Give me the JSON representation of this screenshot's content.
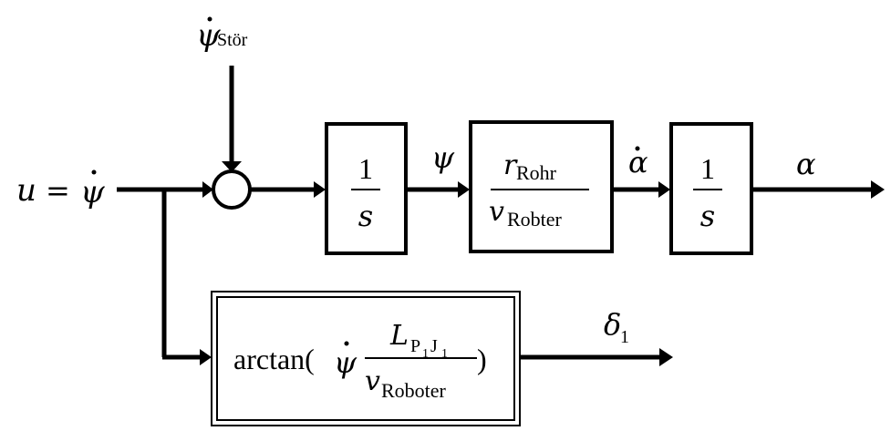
{
  "disturbance": {
    "symbol": "ψ",
    "subscript": "Stör"
  },
  "input": {
    "lhs": "u",
    "equals": "=",
    "rhs": "ψ"
  },
  "blocks": {
    "integrator_1": {
      "numerator": "1",
      "denominator": "s"
    },
    "gain": {
      "numerator": {
        "symbol": "r",
        "subscript": "Rohr"
      },
      "denominator": {
        "symbol": "v",
        "subscript": "Robter"
      }
    },
    "integrator_2": {
      "numerator": "1",
      "denominator": "s"
    },
    "arctan": {
      "function": "arctan(",
      "factor": "ψ",
      "numerator": {
        "symbol": "L",
        "subscript_1": "P",
        "subscript_1_index": "1",
        "subscript_2": "J",
        "subscript_2_index": "1"
      },
      "denominator": {
        "symbol": "v",
        "subscript": "Roboter"
      },
      "close": ")"
    }
  },
  "signals": {
    "psi": "ψ",
    "alpha_dot": "α",
    "alpha": "α",
    "delta": {
      "symbol": "δ",
      "subscript": "1"
    }
  }
}
